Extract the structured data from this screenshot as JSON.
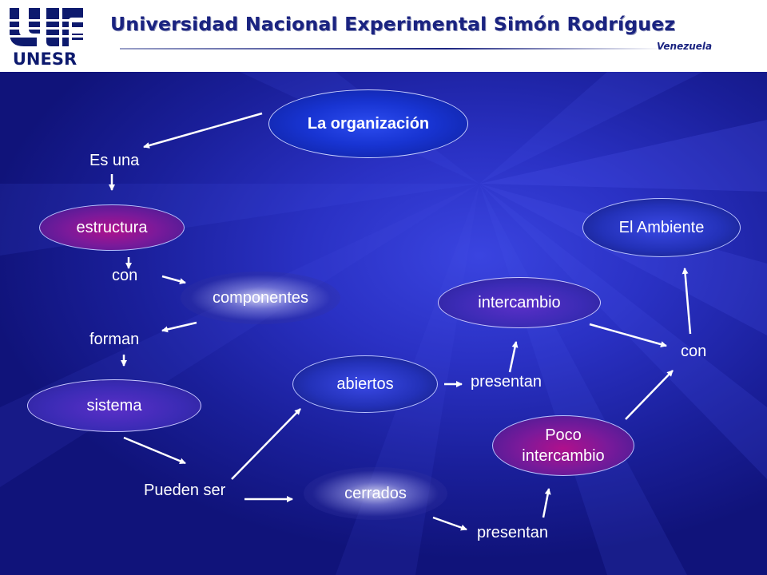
{
  "header": {
    "logo_text": "UNESR",
    "university_name": "Universidad Nacional Experimental Simón Rodríguez",
    "country": "Venezuela"
  },
  "diagram": {
    "nodes": {
      "organizacion": "La organización",
      "estructura": "estructura",
      "componentes": "componentes",
      "sistema": "sistema",
      "abiertos": "abiertos",
      "cerrados": "cerrados",
      "intercambio": "intercambio",
      "poco_intercambio": "Poco intercambio",
      "ambiente": "El Ambiente"
    },
    "labels": {
      "es_una": "Es una",
      "con_1": "con",
      "forman": "forman",
      "pueden_ser": "Pueden ser",
      "presentan_1": "presentan",
      "presentan_2": "presentan",
      "con_2": "con"
    }
  },
  "colors": {
    "background": "#1a1f9a",
    "header_text": "#1a2380",
    "arrow": "#ffffff",
    "purple_node": "#7a1a9a"
  }
}
